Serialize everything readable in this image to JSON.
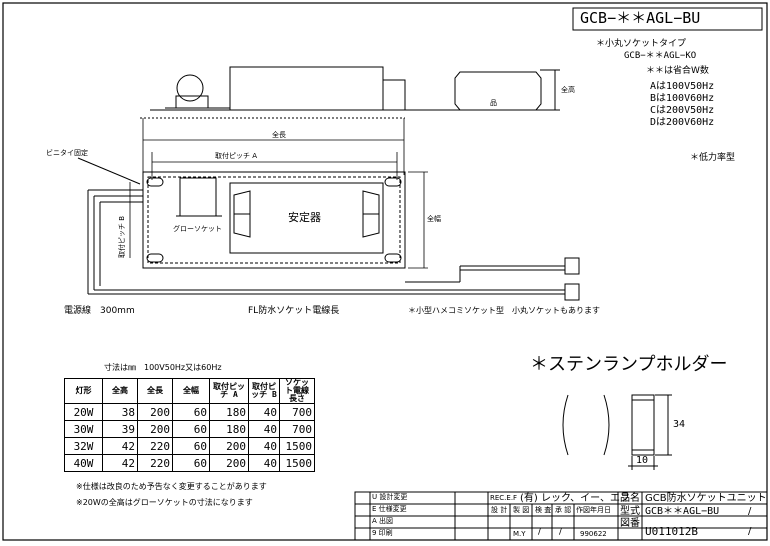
{
  "title_box": "GCB−＊＊AGL−BU",
  "notes": {
    "variant_line1": "＊小丸ソケットタイプ",
    "variant_line2": "GCB−＊＊AGL−KO",
    "code_line": "＊＊は省合W数",
    "codes": [
      "Aは100V50Hz",
      "Bは100V60Hz",
      "Cは200V50Hz",
      "Dは200V60Hz"
    ],
    "type": "＊低力率型"
  },
  "drawing_labels": {
    "height": "全高",
    "length": "全長",
    "pitch_a": "取付ピッチ A",
    "pitch_b": "取付ピッチ B",
    "width": "全幅",
    "bushing": "ビニタイ固定",
    "glow_socket": "グローソケット",
    "ballast": "安定器",
    "lead": "電源線　300mm",
    "fl_lead": "FL防水ソケット電線長",
    "option": "＊小型ハメコミソケット型　小丸ソケットもあります",
    "box_label": "品"
  },
  "table": {
    "caption": "寸法は㎜　100V50Hz又は60Hz",
    "headers": [
      "灯形",
      "全高",
      "全長",
      "全幅",
      "取付ピッチ A",
      "取付ピッチ B",
      "ソケット電線長さ"
    ],
    "rows": [
      [
        "20W",
        "38",
        "200",
        "60",
        "180",
        "40",
        "700"
      ],
      [
        "30W",
        "39",
        "200",
        "60",
        "180",
        "40",
        "700"
      ],
      [
        "32W",
        "42",
        "220",
        "60",
        "200",
        "40",
        "1500"
      ],
      [
        "40W",
        "42",
        "220",
        "60",
        "200",
        "40",
        "1500"
      ]
    ]
  },
  "footnotes": [
    "※仕様は改良のため予告なく変更することがあります",
    "※20Wの全高はグローソケットの寸法になります"
  ],
  "holder": {
    "title": "＊ステンランプホルダー",
    "dim_height": "34",
    "dim_width": "10"
  },
  "title_block": {
    "revisions": [
      "U 設計変更",
      "E 仕様変更",
      "A 出図",
      "9 印刷"
    ],
    "company": "(有) レック、イー、エフ",
    "company_prefix": "REC.E.F",
    "headers": [
      "設 計",
      "製 図",
      "検 査",
      "承 認",
      "作図年月日"
    ],
    "drawer": "M.Y",
    "date": "990622",
    "slashes": [
      "/",
      "/"
    ],
    "name_label": "品名",
    "name_value": "GCB防水ソケットユニット",
    "model_label": "型式",
    "model_value": "GCB＊＊AGL−BU",
    "model_slash": "/",
    "dwg_label": "図番",
    "dwg_value": "U011012B",
    "dwg_slash": "/"
  }
}
